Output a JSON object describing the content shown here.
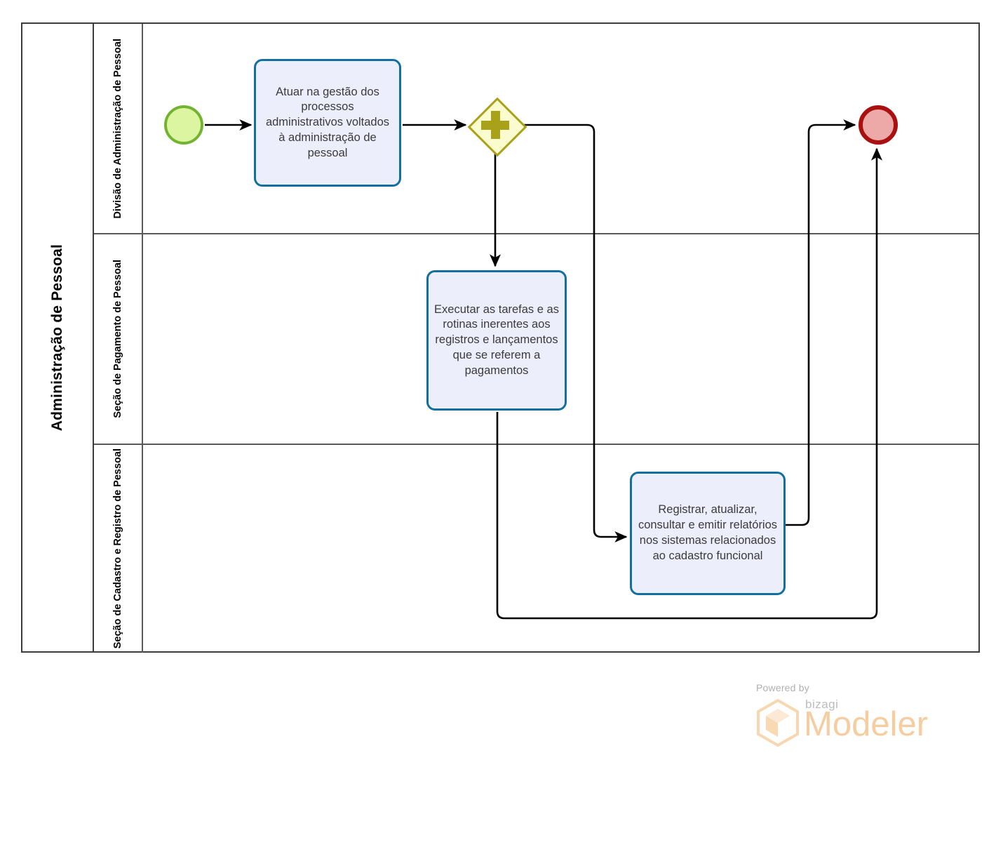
{
  "diagram": {
    "type": "bpmn-process",
    "pool": {
      "name": "Administração de Pessoal"
    },
    "lanes": [
      {
        "id": "lane-1",
        "name": "Divisão de Administração de Pessoal"
      },
      {
        "id": "lane-2",
        "name": "Seção de Pagamento de Pessoal"
      },
      {
        "id": "lane-3",
        "name": "Seção de Cadastro e Registro de Pessoal"
      }
    ],
    "events": [
      {
        "id": "start-event",
        "kind": "start-event",
        "lane": "lane-1",
        "label": ""
      },
      {
        "id": "end-event",
        "kind": "end-event",
        "lane": "lane-1",
        "label": ""
      }
    ],
    "gateways": [
      {
        "id": "gateway-parallel",
        "kind": "parallel-gateway",
        "lane": "lane-1",
        "symbol": "+",
        "label": ""
      }
    ],
    "tasks": [
      {
        "id": "task-1",
        "lane": "lane-1",
        "label": "Atuar na gestão dos processos administrativos voltados à administração de pessoal"
      },
      {
        "id": "task-2",
        "lane": "lane-2",
        "label": "Executar as tarefas e as rotinas inerentes aos registros e lançamentos  que se referem a pagamentos"
      },
      {
        "id": "task-3",
        "lane": "lane-3",
        "label": "Registrar, atualizar, consultar e emitir relatórios nos sistemas relacionados ao cadastro funcional"
      }
    ],
    "flows": [
      {
        "id": "flow-start-task1",
        "from": "start-event",
        "to": "task-1",
        "label": ""
      },
      {
        "id": "flow-task1-gateway",
        "from": "task-1",
        "to": "gateway-parallel",
        "label": ""
      },
      {
        "id": "flow-gateway-task2",
        "from": "gateway-parallel",
        "to": "task-2",
        "label": ""
      },
      {
        "id": "flow-gateway-task3",
        "from": "gateway-parallel",
        "to": "task-3",
        "label": ""
      },
      {
        "id": "flow-task3-end",
        "from": "task-3",
        "to": "end-event",
        "label": ""
      },
      {
        "id": "flow-task2-end",
        "from": "task-2",
        "to": "end-event",
        "label": ""
      }
    ]
  },
  "colors": {
    "task_fill": "#eceefb",
    "task_border": "#136f9e",
    "start_fill": "#dcf5a0",
    "start_border": "#73b332",
    "end_fill": "#eda8a8",
    "end_border": "#a91111",
    "gateway_fill": "#fbfbd0",
    "gateway_border": "#a9a119",
    "pool_border": "#3c3c3c",
    "lane_border": "#595959",
    "connector": "#000000",
    "bizagi_accent": "#f5cda0"
  },
  "footer": {
    "powered_by": "Powered by",
    "brand": "bizagi",
    "product": "Modeler"
  }
}
